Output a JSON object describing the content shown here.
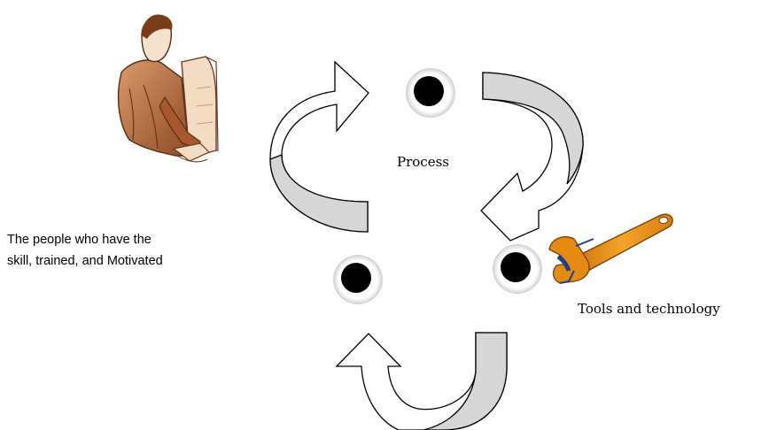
{
  "labels": {
    "people_line_1": "The people who have the",
    "people_line_2": "skill, trained, and Motivated",
    "process": "Process",
    "tools": "Tools and technology"
  },
  "icons": {
    "person": "person-at-computer-icon",
    "tool": "adjustable-wrench-icon"
  },
  "colors": {
    "arrow_fill": "#d6d6d6",
    "arrow_outline": "#000000",
    "node_center": "#000000",
    "skin": "#b96a3c",
    "wrench_orange": "#e58a12",
    "wrench_blue": "#1f3f86"
  }
}
